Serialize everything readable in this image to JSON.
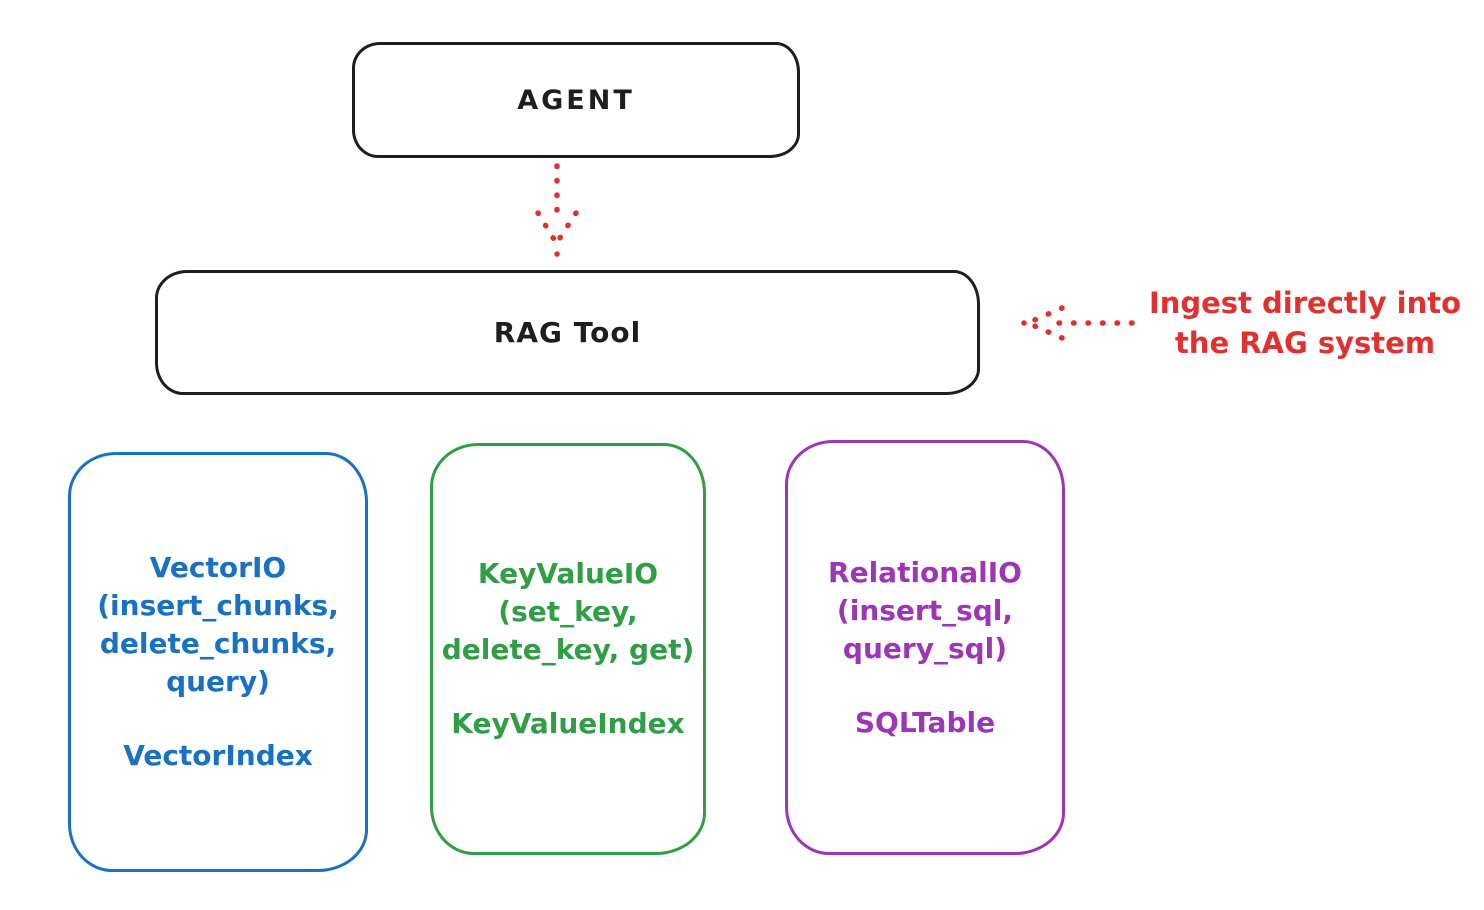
{
  "diagram": {
    "nodes": {
      "agent": {
        "label": "AGENT"
      },
      "rag_tool": {
        "label": "RAG Tool"
      }
    },
    "annotation": {
      "line1": "Ingest directly into",
      "line2": "the RAG system"
    },
    "storage": {
      "boxes": [
        {
          "name": "vector-io",
          "lines": [
            "VectorIO",
            "(insert_chunks,",
            "delete_chunks,",
            "query)"
          ],
          "index": "VectorIndex",
          "color": "#1971c2"
        },
        {
          "name": "keyvalue-io",
          "lines": [
            "KeyValueIO",
            "(set_key,",
            "delete_key, get)"
          ],
          "index": "KeyValueIndex",
          "color": "#2f9e44"
        },
        {
          "name": "relational-io",
          "lines": [
            "RelationalIO",
            "(insert_sql,",
            "query_sql)"
          ],
          "index": "SQLTable",
          "color": "#9c36b5"
        }
      ]
    },
    "colors": {
      "stroke_black": "#1e1e1e",
      "annotation_red": "#e03131",
      "vector_blue": "#1971c2",
      "keyvalue_green": "#2f9e44",
      "relational_purple": "#9c36b5"
    }
  }
}
